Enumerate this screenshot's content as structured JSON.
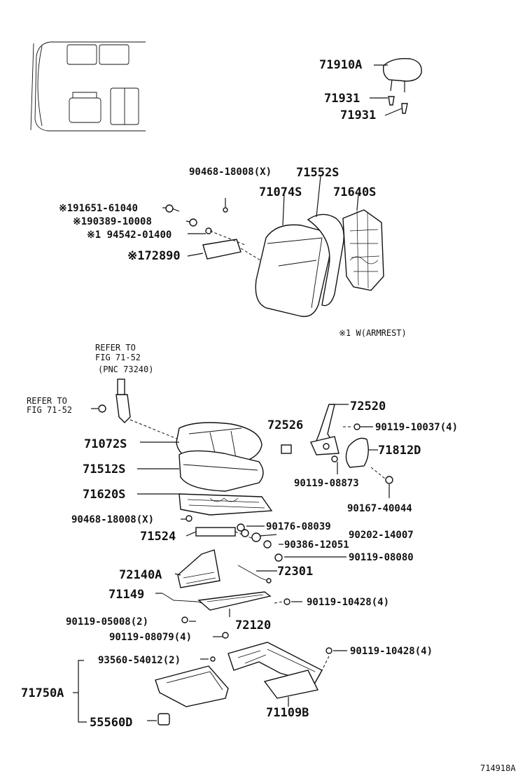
{
  "labels": {
    "p71910A": "71910A",
    "p71931a": "71931",
    "p71931b": "71931",
    "p90468_top": "90468-18008(X)",
    "p71552S": "71552S",
    "p71074S": "71074S",
    "p71640S": "71640S",
    "p91651": "※191651-61040",
    "p90389": "※190389-10008",
    "p94542": "※1 94542-01400",
    "p72890": "※172890",
    "note_armrest": "※1 W(ARMREST)",
    "refer1_l1": "REFER TO",
    "refer1_l2": "FIG 71-52",
    "refer1_l3": "(PNC 73240)",
    "refer2_l1": "REFER TO",
    "refer2_l2": "FIG 71-52",
    "p72520": "72520",
    "p72526": "72526",
    "p90119_10037": "90119-10037(4)",
    "p71812D": "71812D",
    "p71072S": "71072S",
    "p71512S": "71512S",
    "p71620S": "71620S",
    "p90119_08873": "90119-08873",
    "p90167": "90167-40044",
    "p90468_bot": "90468-18008(X)",
    "p90176": "90176-08039",
    "p71524": "71524",
    "p90202": "90202-14007",
    "p90386": "90386-12051",
    "p90119_08080": "90119-08080",
    "p72140A": "72140A",
    "p72301": "72301",
    "p71149": "71149",
    "p90119_10428a": "90119-10428(4)",
    "p90119_05008": "90119-05008(2)",
    "p72120": "72120",
    "p90119_08079": "90119-08079(4)",
    "p93560": "93560-54012(2)",
    "p90119_10428b": "90119-10428(4)",
    "p71750A": "71750A",
    "p55560D": "55560D",
    "p71109B": "71109B",
    "figure_id": "714918A"
  }
}
